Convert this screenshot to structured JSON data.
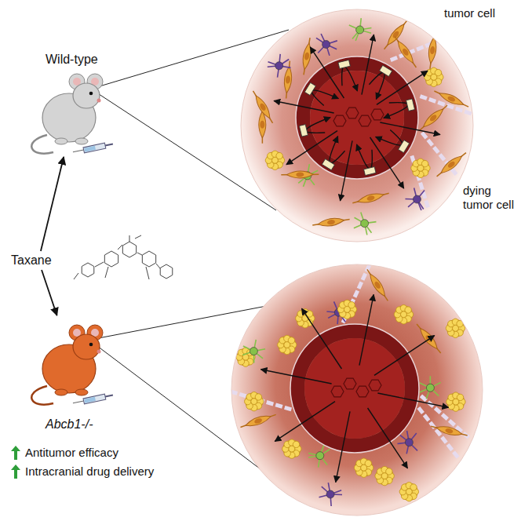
{
  "diagram": {
    "nodes": [
      {
        "text": [
          "Wild-type"
        ]
      },
      {
        "text": [
          "Taxane"
        ]
      },
      {
        "text": [
          "Abcb1-/-"
        ]
      }
    ],
    "edges": [
      {
        "from": 1,
        "to": 0,
        "arrow": "to"
      },
      {
        "from": 1,
        "to": 2,
        "arrow": "to"
      }
    ],
    "labels": [
      "tumor cell",
      "dying tumor cell",
      "Antitumor efficacy",
      "Intracranial drug delivery"
    ]
  }
}
